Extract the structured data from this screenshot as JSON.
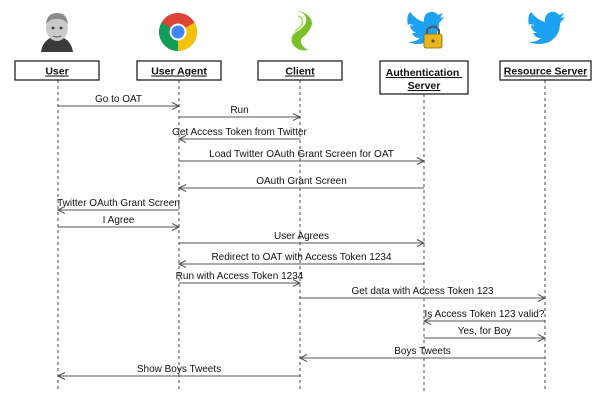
{
  "participants": [
    {
      "id": "user",
      "label": "User",
      "icon": "user-avatar-icon"
    },
    {
      "id": "agent",
      "label": "User Agent",
      "icon": "chrome-icon"
    },
    {
      "id": "client",
      "label": "Client",
      "icon": "sencha-icon"
    },
    {
      "id": "auth",
      "label": [
        "Authentication",
        "Server"
      ],
      "icon": "twitter-bird-lock-icon"
    },
    {
      "id": "resource",
      "label": "Resource Server",
      "icon": "twitter-bird-icon"
    }
  ],
  "messages": [
    {
      "from": "user",
      "to": "agent",
      "label": "Go to OAT"
    },
    {
      "from": "agent",
      "to": "client",
      "label": "Run"
    },
    {
      "from": "client",
      "to": "agent",
      "label": "Get Access Token from Twitter"
    },
    {
      "from": "agent",
      "to": "auth",
      "label": "Load Twitter OAuth Grant Screen for OAT"
    },
    {
      "from": "auth",
      "to": "agent",
      "label": "OAuth Grant Screen"
    },
    {
      "from": "agent",
      "to": "user",
      "label": "Twitter OAuth Grant Screen"
    },
    {
      "from": "user",
      "to": "agent",
      "label": "I Agree"
    },
    {
      "from": "agent",
      "to": "auth",
      "label": "User Agrees"
    },
    {
      "from": "auth",
      "to": "agent",
      "label": "Redirect to OAT with Access Token 1234"
    },
    {
      "from": "agent",
      "to": "client",
      "label": "Run with Access Token 1234"
    },
    {
      "from": "client",
      "to": "resource",
      "label": "Get data with Access Token 123"
    },
    {
      "from": "resource",
      "to": "auth",
      "label": "Is Access Token 123 valid?"
    },
    {
      "from": "auth",
      "to": "resource",
      "label": "Yes, for Boy"
    },
    {
      "from": "resource",
      "to": "client",
      "label": "Boys Tweets"
    },
    {
      "from": "client",
      "to": "user",
      "label": "Show Boys Tweets"
    }
  ],
  "colors": {
    "chrome_red": "#db4437",
    "chrome_yellow": "#f4c20d",
    "chrome_green": "#0f9d58",
    "chrome_blue": "#4285f4",
    "sencha_green": "#7bbf2a",
    "twitter_blue": "#1da1f2",
    "lock_gold": "#e8b420"
  }
}
